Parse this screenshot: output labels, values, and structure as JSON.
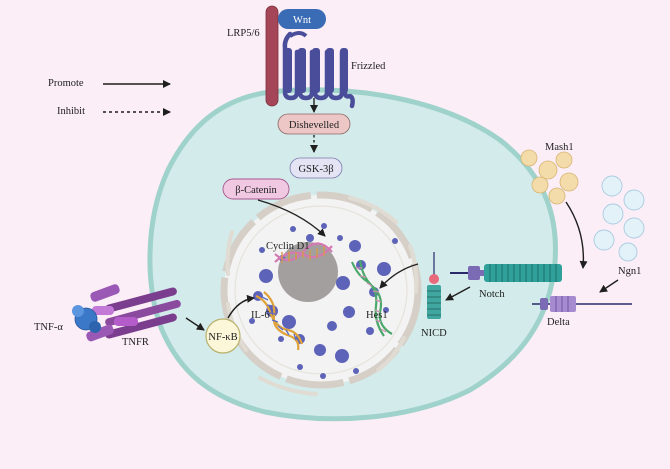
{
  "legend": {
    "promote": "Promote",
    "inhibit": "Inhibit"
  },
  "labels": {
    "lrp": "LRP5/6",
    "wnt": "Wnt",
    "frizzled": "Frizzled",
    "dishevelled": "Dishevelled",
    "gsk": "GSK-3β",
    "catenin": "β-Catenin",
    "cyclin": "Cyclin D1",
    "il6": "IL-6",
    "nfkb": "NF-κB",
    "hes1": "Hes1",
    "nicd": "NICD",
    "notch": "Notch",
    "delta": "Delta",
    "mash1": "Mash1",
    "ngn1": "Ngn1",
    "tnfa": "TNF-α",
    "tnfr": "TNFR"
  },
  "colors": {
    "background": "#fbeef7",
    "cell": "#d3ebea",
    "cell_border": "#9fd2cb",
    "nucleus": "#f3f3f3",
    "nucleolus": "#a39f9e",
    "vesicle": "#5d63b8",
    "lrp": "#a54658",
    "wnt": "#3a6bb5",
    "frizzled": "#4a4e9a",
    "dishevelled": "#edc6c6",
    "gsk": "#e4e4f5",
    "catenin": "#f0c8e2",
    "notch": "#2fa09a",
    "tnfr": "#7b3e8f",
    "tnfa": "#3b78c8"
  }
}
